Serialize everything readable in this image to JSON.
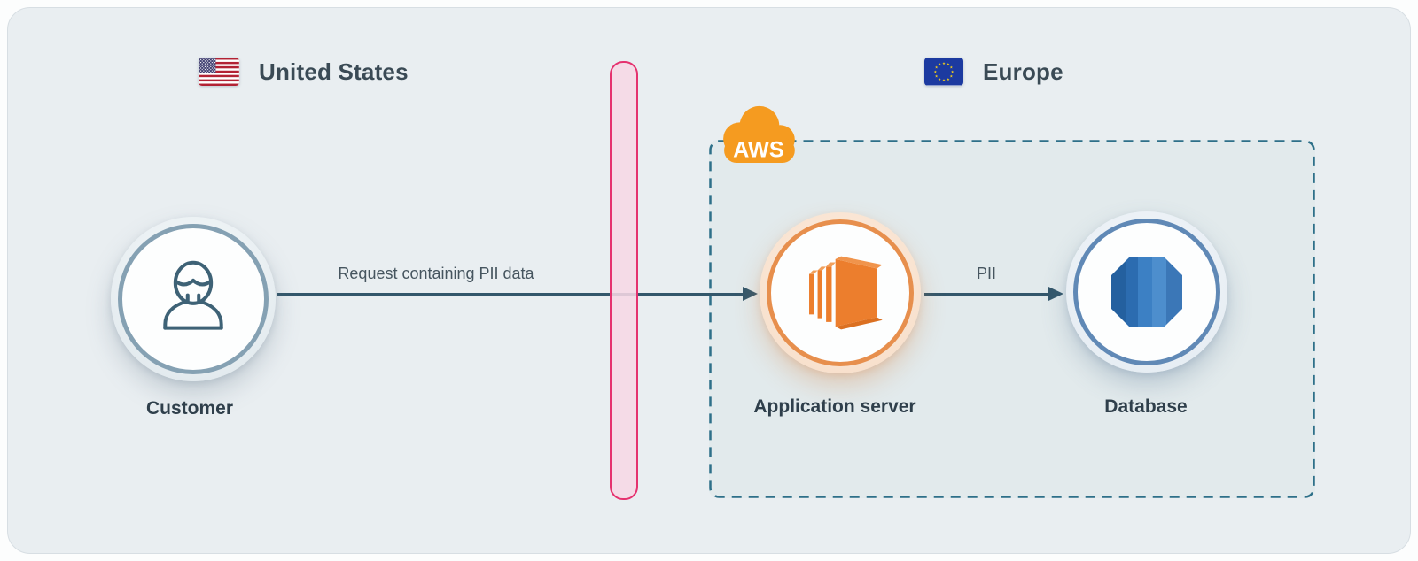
{
  "diagram": {
    "regions": {
      "united_states": "United States",
      "europe": "Europe"
    },
    "aws_badge": "AWS",
    "nodes": {
      "customer": "Customer",
      "application_server": "Application server",
      "database": "Database"
    },
    "flows": {
      "request": "Request containing PII data",
      "pii": "PII"
    },
    "colors": {
      "canvas_background": "#e9eef1",
      "aws_region_fill": "#e2eaec",
      "aws_region_border": "#2e7089",
      "aws_cloud_orange": "#f59b20",
      "ec2_orange": "#ec7e2d",
      "rds_blue": "#2d6fb4",
      "barrier_border_pink": "#e5326f",
      "barrier_fill_pink": "#f6d8e5",
      "arrow": "#33576b",
      "text_dark": "#3a4a55",
      "customer_ring": "#85a1b3",
      "appserver_ring": "#e78f4d",
      "database_ring": "#6089b6",
      "us_flag_red": "#b22234",
      "us_flag_blue": "#3c3b6e",
      "eu_flag_blue": "#1c3aa0",
      "eu_star_gold": "#f7d117"
    }
  }
}
